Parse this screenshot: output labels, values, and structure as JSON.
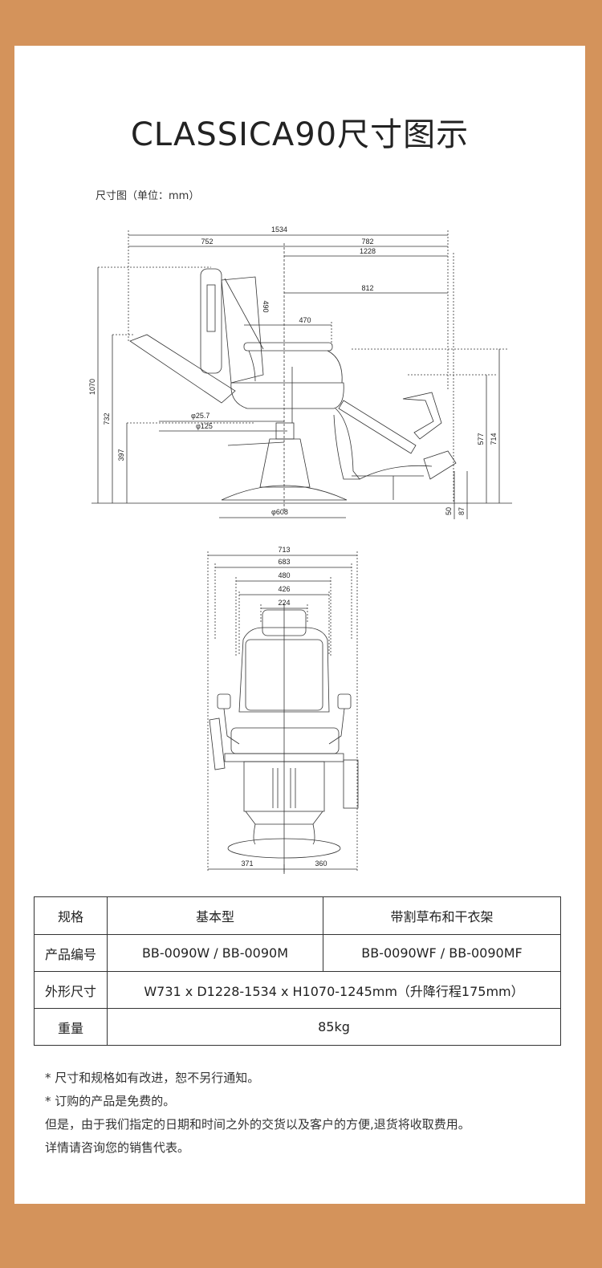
{
  "page": {
    "title": "CLASSICA90尺寸图示",
    "unit_label": "尺寸图（单位：mm）"
  },
  "side_view_dims": {
    "d1534": "1534",
    "d752": "752",
    "d782": "782",
    "d1228": "1228",
    "d812": "812",
    "d490": "490",
    "d470": "470",
    "d1070": "1070",
    "d732": "732",
    "d397": "397",
    "phi25": "φ25.7",
    "phi125": "φ125",
    "phi608": "φ608",
    "d577": "577",
    "d714": "714",
    "d50": "50",
    "d87": "87"
  },
  "front_view_dims": {
    "d713": "713",
    "d683": "683",
    "d480": "480",
    "d426": "426",
    "d224": "224",
    "d371": "371",
    "d360": "360"
  },
  "spec_table": {
    "row1": {
      "label": "规格",
      "basic": "基本型",
      "extra": "带割草布和干衣架"
    },
    "row2": {
      "label": "产品编号",
      "basic": "BB-0090W / BB-0090M",
      "extra": "BB-0090WF / BB-0090MF"
    },
    "row3": {
      "label": "外形尺寸",
      "value": "W731 x D1228-1534 x H1070-1245mm（升降行程175mm）"
    },
    "row4": {
      "label": "重量",
      "value": "85kg"
    }
  },
  "notes": [
    "* 尺寸和规格如有改进，恕不另行通知。",
    "* 订购的产品是免费的。",
    "但是，由于我们指定的日期和时间之外的交货以及客户的方便,退货将收取费用。",
    "详情请咨询您的销售代表。"
  ],
  "colors": {
    "frame": "#d4935b",
    "card": "#ffffff",
    "ink": "#222222"
  }
}
